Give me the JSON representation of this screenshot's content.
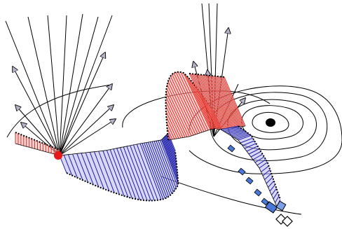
{
  "figure": {
    "colors": {
      "background": "#ffffff",
      "ink": "#000000",
      "red_ribbon": "#e8281e",
      "red_fill": "#f4b4b4",
      "blue_ribbon": "#1c1caa",
      "blue_fill": "#b8b8ee",
      "arrow_head": "#b8b0c8",
      "marker_blue": "#4a78d8",
      "red_dot": "#e81818"
    },
    "icons": [
      "arrow-head-icon",
      "red-dot-marker",
      "black-dot-marker",
      "diamond-marker",
      "blue-box-marker"
    ]
  }
}
